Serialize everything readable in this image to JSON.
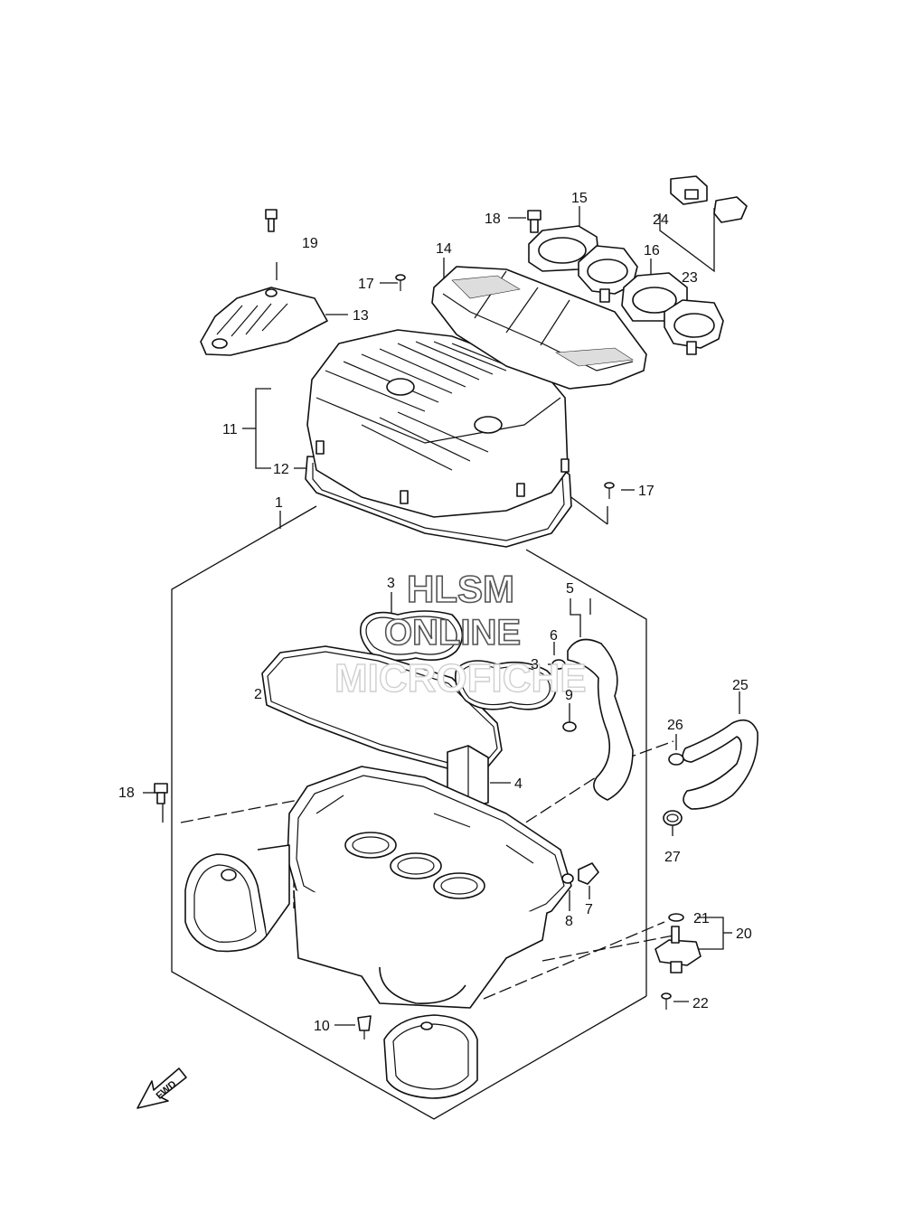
{
  "watermark": {
    "line1": "HLSM",
    "line2": "ONLINE",
    "line3": "MICROFICHE"
  },
  "fwd_label": "FWD",
  "callouts": [
    {
      "id": "c1",
      "text": "1"
    },
    {
      "id": "c2",
      "text": "2"
    },
    {
      "id": "c3a",
      "text": "3"
    },
    {
      "id": "c3b",
      "text": "3"
    },
    {
      "id": "c4",
      "text": "4"
    },
    {
      "id": "c5",
      "text": "5"
    },
    {
      "id": "c6",
      "text": "6"
    },
    {
      "id": "c7",
      "text": "7"
    },
    {
      "id": "c8",
      "text": "8"
    },
    {
      "id": "c9",
      "text": "9"
    },
    {
      "id": "c10",
      "text": "10"
    },
    {
      "id": "c11",
      "text": "11"
    },
    {
      "id": "c12",
      "text": "12"
    },
    {
      "id": "c13",
      "text": "13"
    },
    {
      "id": "c14",
      "text": "14"
    },
    {
      "id": "c15",
      "text": "15"
    },
    {
      "id": "c16",
      "text": "16"
    },
    {
      "id": "c17a",
      "text": "17"
    },
    {
      "id": "c17b",
      "text": "17"
    },
    {
      "id": "c18a",
      "text": "18"
    },
    {
      "id": "c18b",
      "text": "18"
    },
    {
      "id": "c19",
      "text": "19"
    },
    {
      "id": "c20",
      "text": "20"
    },
    {
      "id": "c21",
      "text": "21"
    },
    {
      "id": "c22",
      "text": "22"
    },
    {
      "id": "c23",
      "text": "23"
    },
    {
      "id": "c24",
      "text": "24"
    },
    {
      "id": "c25",
      "text": "25"
    },
    {
      "id": "c26",
      "text": "26"
    },
    {
      "id": "c27",
      "text": "27"
    }
  ]
}
